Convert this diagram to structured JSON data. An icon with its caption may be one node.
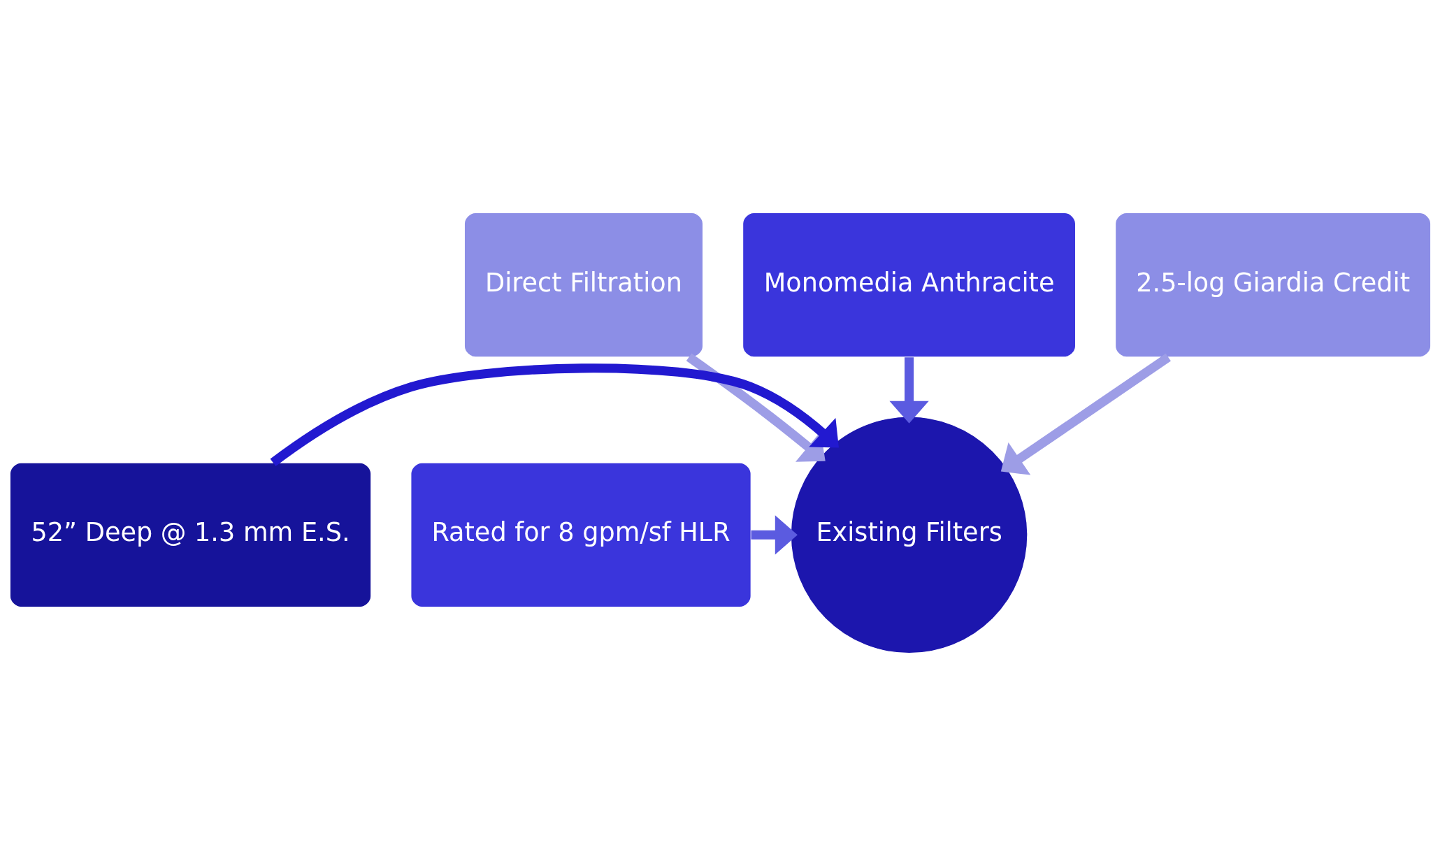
{
  "diagram": {
    "nodes": [
      {
        "text": [
          "Direct Filtration"
        ]
      },
      {
        "text": [
          "Monomedia Anthracite"
        ]
      },
      {
        "text": [
          "2.5-log Giardia Credit"
        ]
      },
      {
        "text": [
          "52” Deep @ 1.3 mm E.S."
        ]
      },
      {
        "text": [
          "Existing Filters"
        ]
      },
      {
        "text": [
          "Rated for 8 gpm/sf HLR"
        ]
      }
    ],
    "edges": [
      {
        "from": 1,
        "to": 4,
        "arrow": "to",
        "color": "#5b5be0"
      },
      {
        "from": 0,
        "to": 4,
        "arrow": "to",
        "color": "#9d9de6"
      },
      {
        "from": 2,
        "to": 4,
        "arrow": "to",
        "color": "#9d9de6"
      },
      {
        "from": 3,
        "to": 4,
        "arrow": "to",
        "color": "#2219d0"
      },
      {
        "from": 5,
        "to": 4,
        "arrow": "to",
        "color": "#5b5be0"
      }
    ]
  }
}
